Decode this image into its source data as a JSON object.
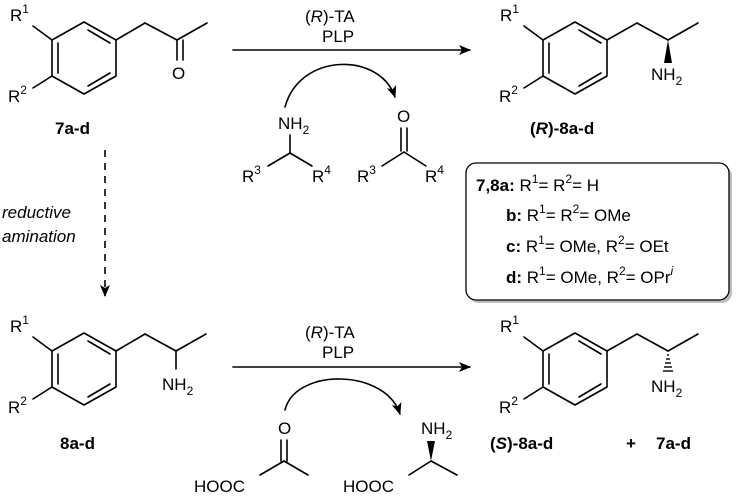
{
  "reaction_top": {
    "enzyme": "(R)-TA",
    "cofactor": "PLP",
    "substrate_label": "7a-d",
    "product_label": "(R)-8a-d",
    "amine_donor": {
      "nh2": "NH2",
      "r3": "R3",
      "r4": "R4"
    },
    "ketone_coproduct": {
      "o": "O",
      "r3": "R3",
      "r4": "R4"
    }
  },
  "reductive_step": {
    "line1": "reductive",
    "line2": "amination"
  },
  "reaction_bottom": {
    "enzyme": "(R)-TA",
    "cofactor": "PLP",
    "substrate_label": "8a-d",
    "product_label": "(S)-8a-d",
    "plus": "+",
    "remaining_ketone": "7a-d",
    "pyruvate": {
      "o": "O",
      "acid": "HOOC"
    },
    "alanine": {
      "nh2": "NH2",
      "acid": "HOOC"
    }
  },
  "substituent_table": [
    {
      "id": "7,8a:",
      "r1": "H",
      "r2": "H",
      "same": true
    },
    {
      "id": "b:",
      "r1": "OMe",
      "r2": "OMe",
      "same": true
    },
    {
      "id": "c:",
      "r1": "OMe",
      "r2": "OEt",
      "same": false
    },
    {
      "id": "d:",
      "r1": "OMe",
      "r2": "OPri",
      "same": false
    }
  ]
}
